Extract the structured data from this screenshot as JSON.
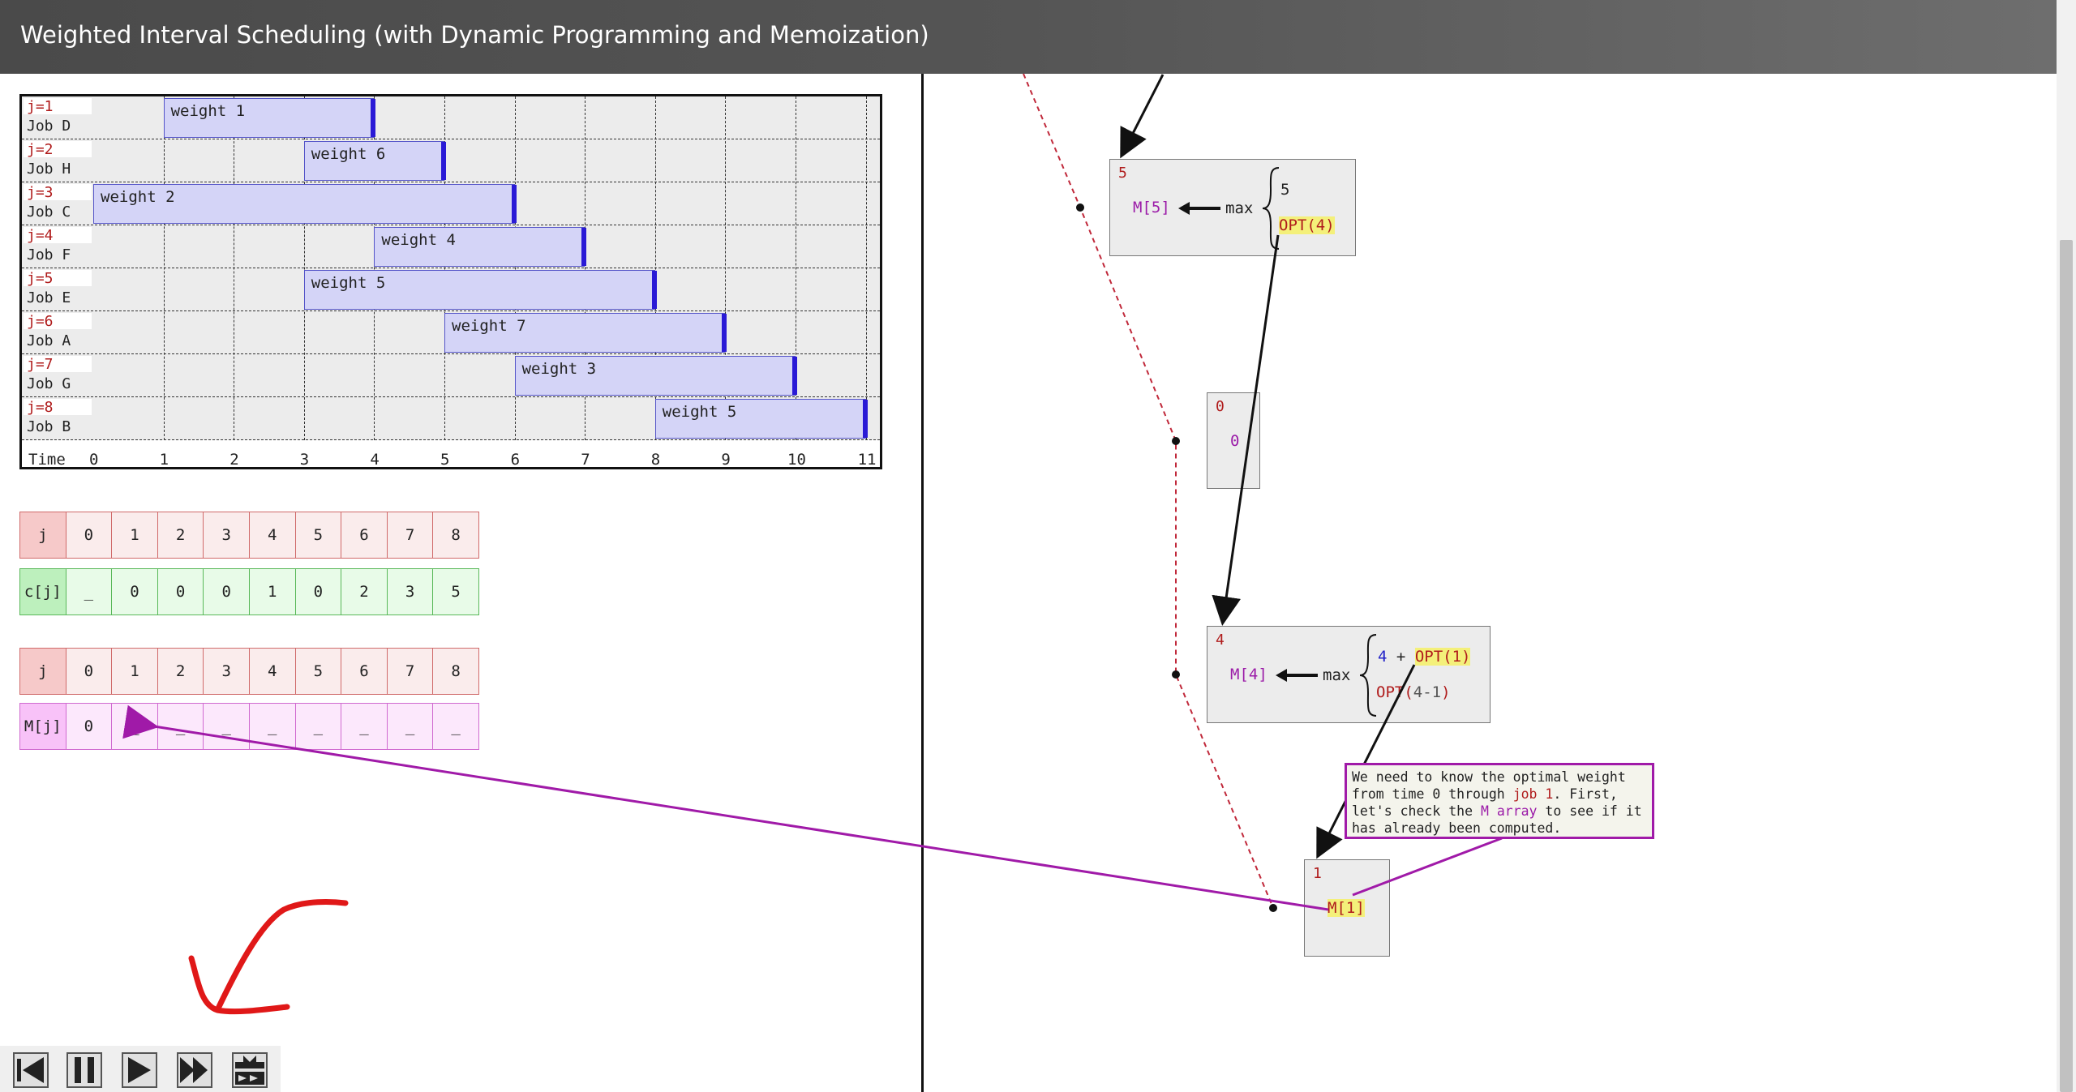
{
  "header": {
    "title": "Weighted Interval Scheduling (with Dynamic Programming and Memoization)"
  },
  "gantt": {
    "time_label": "Time",
    "ticks": [
      "0",
      "1",
      "2",
      "3",
      "4",
      "5",
      "6",
      "7",
      "8",
      "9",
      "10",
      "11"
    ],
    "rows": [
      {
        "j": "j=1",
        "job": "Job D",
        "weight_label": "weight 1",
        "start": 1,
        "end": 4
      },
      {
        "j": "j=2",
        "job": "Job H",
        "weight_label": "weight 6",
        "start": 3,
        "end": 5
      },
      {
        "j": "j=3",
        "job": "Job C",
        "weight_label": "weight 2",
        "start": 0,
        "end": 6
      },
      {
        "j": "j=4",
        "job": "Job F",
        "weight_label": "weight 4",
        "start": 4,
        "end": 7
      },
      {
        "j": "j=5",
        "job": "Job E",
        "weight_label": "weight 5",
        "start": 3,
        "end": 8
      },
      {
        "j": "j=6",
        "job": "Job A",
        "weight_label": "weight 7",
        "start": 5,
        "end": 9
      },
      {
        "j": "j=7",
        "job": "Job G",
        "weight_label": "weight 3",
        "start": 6,
        "end": 10
      },
      {
        "j": "j=8",
        "job": "Job B",
        "weight_label": "weight 5",
        "start": 8,
        "end": 11
      }
    ]
  },
  "tables": {
    "c_table": {
      "head_label": "j",
      "head_values": [
        "0",
        "1",
        "2",
        "3",
        "4",
        "5",
        "6",
        "7",
        "8"
      ],
      "row_label": "c[j]",
      "row_values": [
        "_",
        "0",
        "0",
        "0",
        "1",
        "0",
        "2",
        "3",
        "5"
      ]
    },
    "m_table": {
      "head_label": "j",
      "head_values": [
        "0",
        "1",
        "2",
        "3",
        "4",
        "5",
        "6",
        "7",
        "8"
      ],
      "row_label": "M[j]",
      "row_values": [
        "0",
        "_",
        "_",
        "_",
        "_",
        "_",
        "_",
        "_",
        "_"
      ]
    }
  },
  "tree": {
    "node5": {
      "num": "5",
      "m": "M[5]",
      "max": "max",
      "top": "5",
      "bottom": "OPT(4)"
    },
    "node0": {
      "num": "0",
      "val": "0"
    },
    "node4": {
      "num": "4",
      "m": "M[4]",
      "max": "max",
      "top_a": "4",
      "top_plus": "+",
      "top_b": "OPT(1)",
      "bottom_a": "OPT(",
      "bottom_b": "4-1",
      "bottom_c": ")"
    },
    "node1": {
      "num": "1",
      "m": "M[1]"
    }
  },
  "callout": {
    "t1": "We need to know the optimal weight from time 0 through ",
    "t2": "job 1",
    "t3": ". First, let's check the ",
    "t4": "M array",
    "t5": " to see if it has already been computed."
  },
  "colors": {
    "accent_purple": "#a01aa8",
    "bar_fill": "#d4d4f7",
    "bar_end": "#2a1ad6",
    "checkmark_red": "#e01818"
  },
  "controls": [
    "step-back-icon",
    "pause-icon",
    "play-icon",
    "skip-forward-icon",
    "rewind-all-icon"
  ]
}
